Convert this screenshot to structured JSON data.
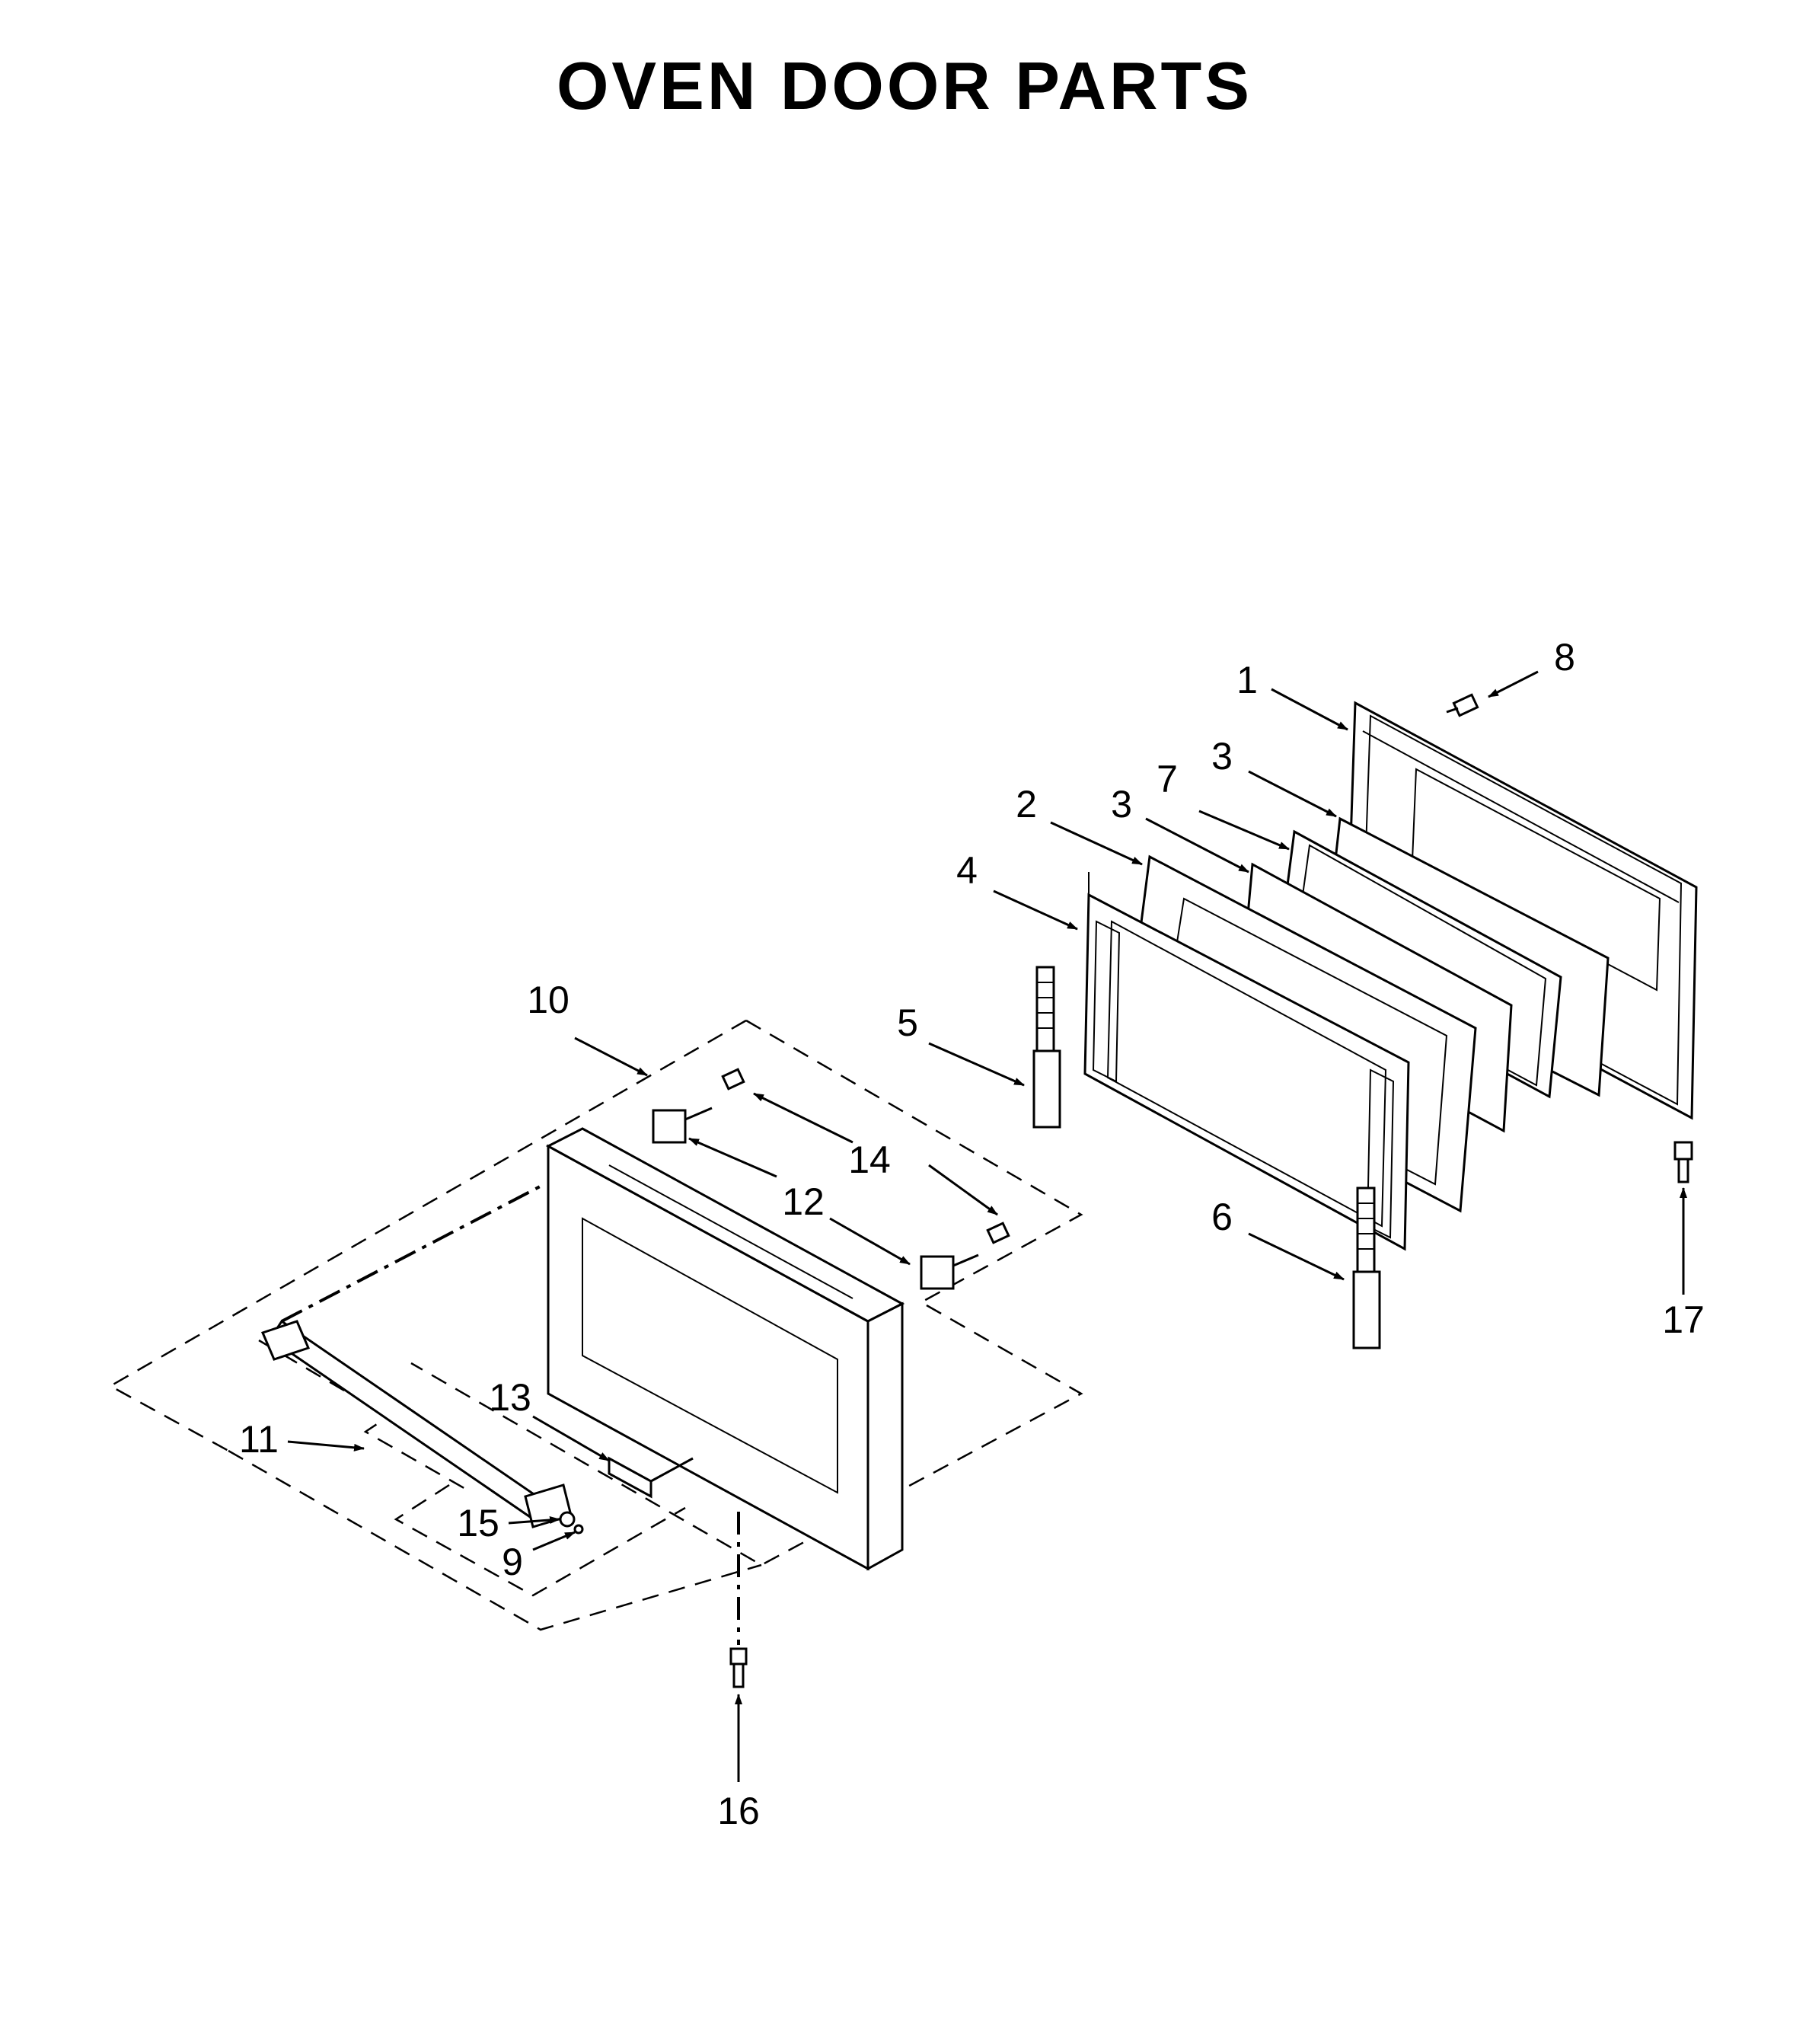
{
  "title": "OVEN DOOR PARTS",
  "callouts": [
    {
      "id": "1",
      "label": "1"
    },
    {
      "id": "2",
      "label": "2"
    },
    {
      "id": "3a",
      "label": "3"
    },
    {
      "id": "3b",
      "label": "3"
    },
    {
      "id": "4",
      "label": "4"
    },
    {
      "id": "5",
      "label": "5"
    },
    {
      "id": "6",
      "label": "6"
    },
    {
      "id": "7",
      "label": "7"
    },
    {
      "id": "8",
      "label": "8"
    },
    {
      "id": "9",
      "label": "9"
    },
    {
      "id": "10",
      "label": "10"
    },
    {
      "id": "11",
      "label": "11"
    },
    {
      "id": "12",
      "label": "12"
    },
    {
      "id": "13",
      "label": "13"
    },
    {
      "id": "14",
      "label": "14"
    },
    {
      "id": "15",
      "label": "15"
    },
    {
      "id": "16",
      "label": "16"
    },
    {
      "id": "17",
      "label": "17"
    }
  ],
  "colors": {
    "line": "#000000",
    "background": "#ffffff"
  }
}
